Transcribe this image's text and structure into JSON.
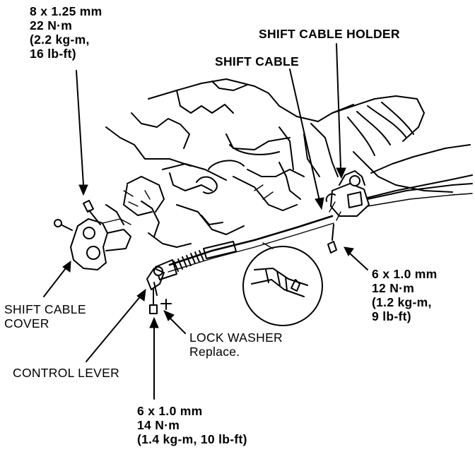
{
  "labels": {
    "top_left_bolt": {
      "line1": "8 x 1.25 mm",
      "line2": "22 N·m",
      "line3": "(2.2 kg-m,",
      "line4": "16 lb-ft)"
    },
    "shift_cable_holder": "SHIFT CABLE HOLDER",
    "shift_cable": "SHIFT CABLE",
    "right_bolt": {
      "line1": "6 x 1.0 mm",
      "line2": "12 N·m",
      "line3": "(1.2 kg-m,",
      "line4": "9 lb-ft)"
    },
    "shift_cable_cover": {
      "line1": "SHIFT CABLE",
      "line2": "COVER"
    },
    "lock_washer": {
      "title": "LOCK WASHER",
      "note": "Replace."
    },
    "control_lever": "CONTROL LEVER",
    "bottom_bolt": {
      "line1": "6 x 1.0 mm",
      "line2": "14 N·m",
      "line3": "(1.4 kg-m, 10 lb-ft)"
    }
  },
  "icons": [
    "bolt-icon",
    "lock-washer-icon",
    "shift-cable-cover-icon",
    "shift-cable-holder-icon",
    "detail-magnifier-icon"
  ]
}
